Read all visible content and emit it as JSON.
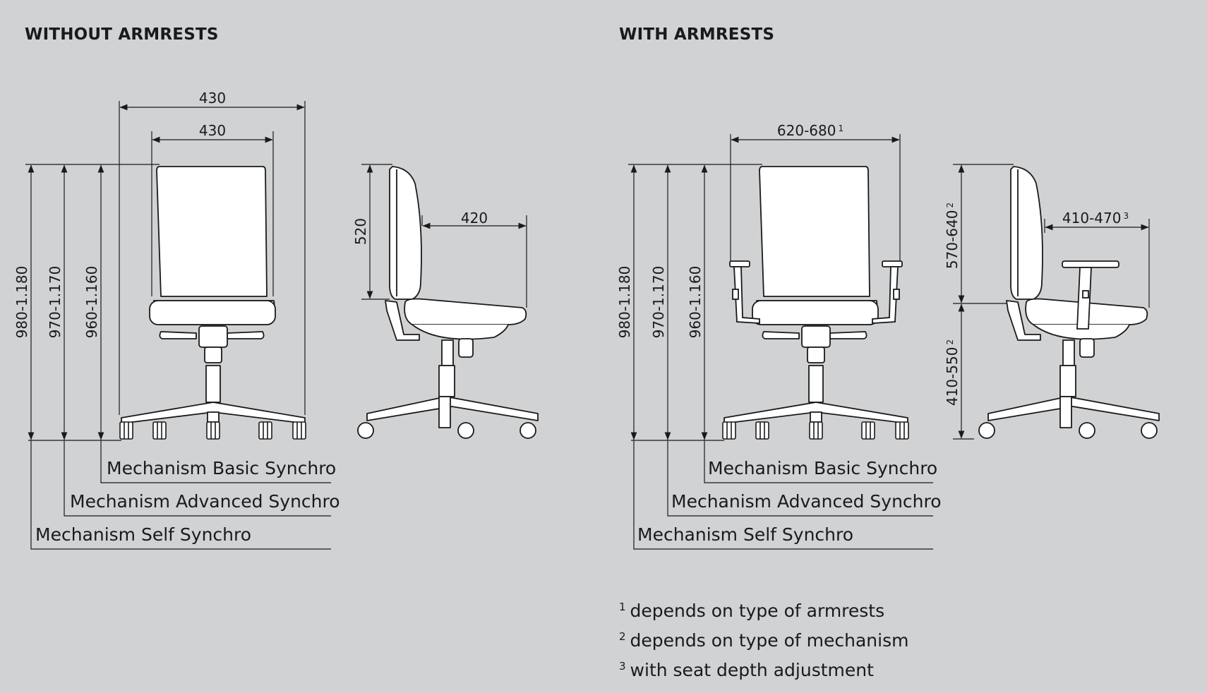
{
  "sections": {
    "left": {
      "heading": "WITHOUT ARMRESTS",
      "width_outer": "430",
      "width_inner": "430",
      "heights": [
        "980-1.180",
        "970-1.170",
        "960-1.160"
      ],
      "back_height": "520",
      "seat_depth": "420",
      "mechanisms": [
        "Mechanism Basic Synchro",
        "Mechanism Advanced Synchro",
        "Mechanism Self Synchro"
      ]
    },
    "right": {
      "heading": "WITH ARMRESTS",
      "width_arms": "620-680",
      "width_arms_note": "1",
      "heights": [
        "980-1.180",
        "970-1.170",
        "960-1.160"
      ],
      "back_height": "570-640",
      "back_height_note": "2",
      "seat_height": "410-550",
      "seat_height_note": "2",
      "seat_depth": "410-470",
      "seat_depth_note": "3",
      "mechanisms": [
        "Mechanism Basic Synchro",
        "Mechanism Advanced Synchro",
        "Mechanism Self Synchro"
      ]
    }
  },
  "footnotes": [
    {
      "mark": "1",
      "text": "depends on type of armrests"
    },
    {
      "mark": "2",
      "text": "depends on type of mechanism"
    },
    {
      "mark": "3",
      "text": "with seat depth adjustment"
    }
  ],
  "colors": {
    "background": "#d1d2d4",
    "line": "#1a1a1a",
    "fill": "#ffffff"
  }
}
